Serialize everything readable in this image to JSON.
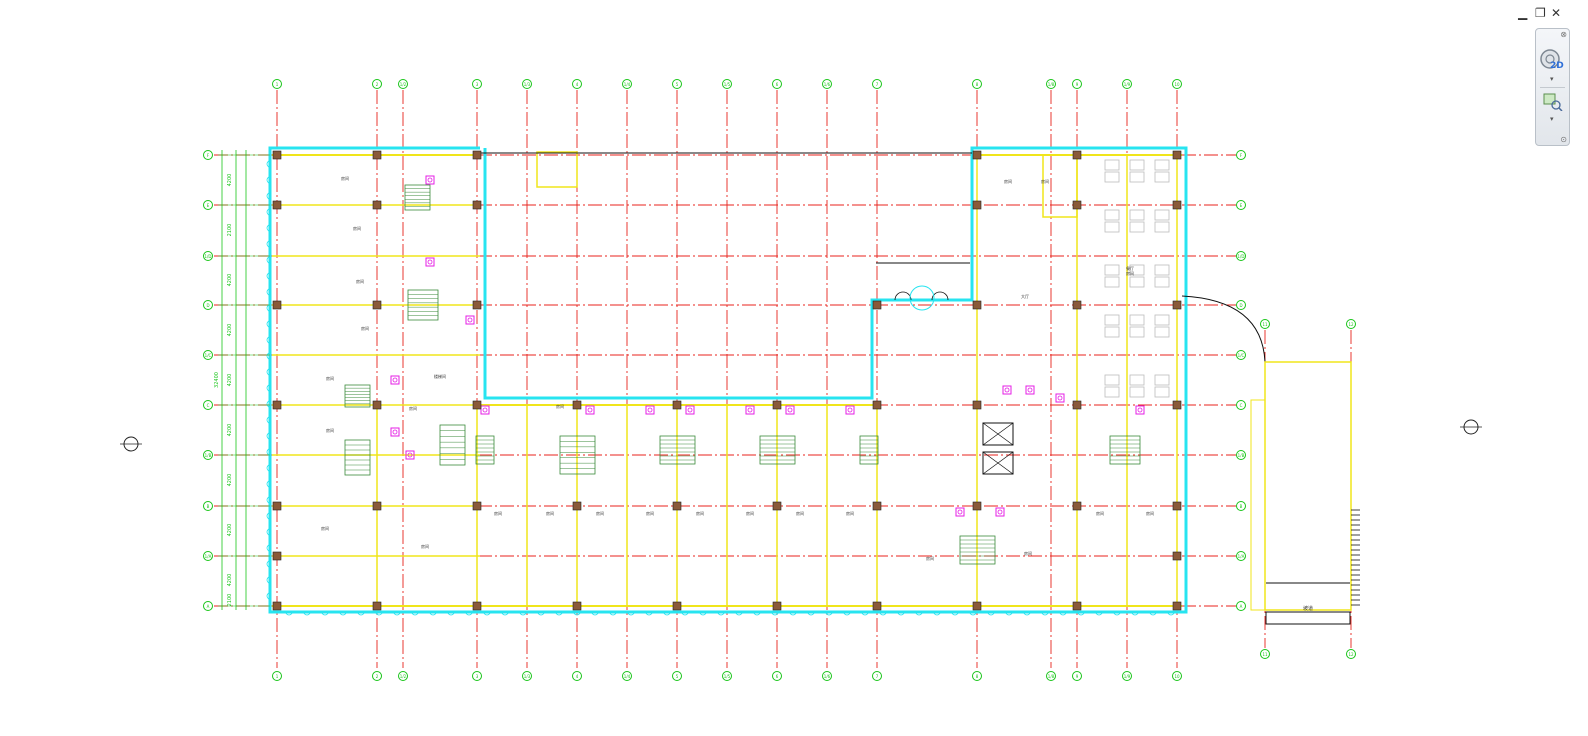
{
  "window": {
    "minimize_icon": "minimize-icon",
    "restore_icon": "restore-icon",
    "close_icon": "close-icon"
  },
  "navbar": {
    "view_mode_label": "2D",
    "wheel_icon": "steering-wheel-icon",
    "zoom_icon": "zoom-extents-icon"
  },
  "colors": {
    "grid_line": "#e8231c",
    "grid_bubble": "#19c519",
    "wall": "#27e4f0",
    "beam": "#f0e51b",
    "fixture": "#e51ee5",
    "column": "#8a5a3a"
  },
  "grid_axes": {
    "vertical": [
      "1",
      "2",
      "1/2",
      "3",
      "1/3",
      "4",
      "1/4",
      "5",
      "1/5",
      "6",
      "1/6",
      "7",
      "8",
      "1/8",
      "9",
      "1/9",
      "10"
    ],
    "horizontal": [
      "F",
      "E",
      "1/D",
      "D",
      "1/C",
      "C",
      "1/B",
      "B",
      "1/A",
      "A"
    ],
    "annex": [
      "11",
      "12"
    ]
  },
  "room_labels": [
    "房间",
    "房间",
    "房间",
    "房间",
    "房间",
    "房间",
    "房间",
    "房间",
    "楼梯间",
    "房间",
    "房间",
    "房间",
    "房间",
    "房间",
    "房间",
    "房间",
    "房间",
    "房间",
    "房间",
    "房间",
    "房间",
    "房间",
    "房间",
    "房间",
    "房间",
    "房间",
    "餐厅",
    "大厅"
  ],
  "dimension_labels": [
    "4200",
    "2100",
    "4200",
    "4200",
    "4200",
    "4200",
    "4200",
    "4200",
    "4200",
    "2100",
    "32400"
  ],
  "annex_label": "坡道"
}
